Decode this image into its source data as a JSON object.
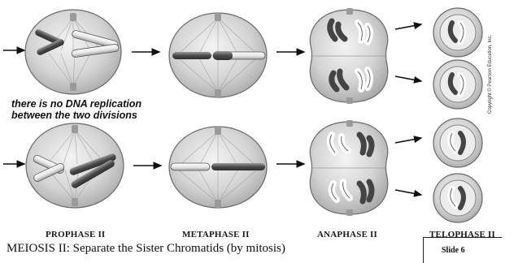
{
  "title": "MEIOSIS II:  Separate the Sister Chromatids (by mitosis)",
  "note_line1": "there is no DNA replication",
  "note_line2": "between the two divisions",
  "stages": {
    "prophase": "PROPHASE II",
    "metaphase": "METAPHASE II",
    "anaphase": "ANAPHASE II",
    "telophase": "TELOPHASE II"
  },
  "slide": "Slide 6",
  "credit": "Copyright © Pearson Education, Inc.",
  "colors": {
    "cell_fill": "#d8d8d8",
    "cell_edge": "#6a6a6a",
    "chromosome_dark": "#555555",
    "chromosome_light": "#eeeeee"
  }
}
